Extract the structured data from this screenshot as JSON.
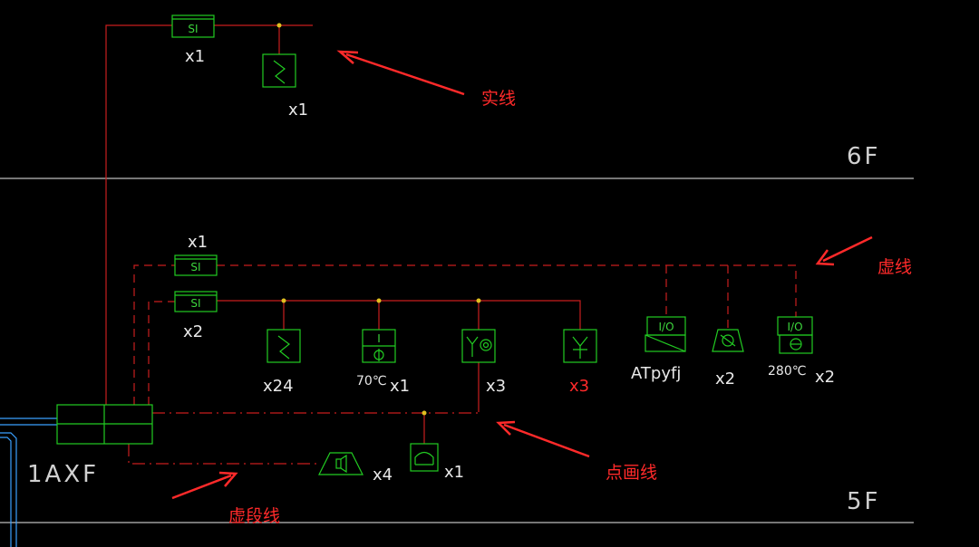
{
  "floors": {
    "upper": "6F",
    "lower": "5F"
  },
  "panel": {
    "label": "1AXF"
  },
  "annotations": {
    "solid": "实线",
    "dashed": "虚线",
    "dash_dot": "点画线",
    "long_dash": "虚段线"
  },
  "devices": {
    "si_6f": {
      "code": "SI",
      "qty": "x1"
    },
    "detector_6f": {
      "qty": "x1"
    },
    "si_5f_top": {
      "code": "SI",
      "qty": "x1"
    },
    "si_5f_bottom": {
      "code": "SI",
      "qty": "x2"
    },
    "smoke_detector": {
      "qty": "x24"
    },
    "heat_detector": {
      "label": "70℃",
      "qty": "x1",
      "code": "I"
    },
    "manual_call": {
      "qty": "x3"
    },
    "hydrant_button": {
      "qty": "x3"
    },
    "io_module_fan": {
      "code": "I/O",
      "label": "ATpyfj"
    },
    "damper_module": {
      "qty": "x2"
    },
    "io_module_280": {
      "code": "I/O",
      "label": "280℃",
      "qty": "x2"
    },
    "alarm_bell": {
      "qty": "x4"
    },
    "fire_phone": {
      "qty": "x1"
    }
  },
  "colors": {
    "background": "#000000",
    "symbol_green": "#22cc22",
    "wire_red": "#c81e1e",
    "annotation_red": "#ff2a2a",
    "floor_line": "#bdbdbd"
  }
}
